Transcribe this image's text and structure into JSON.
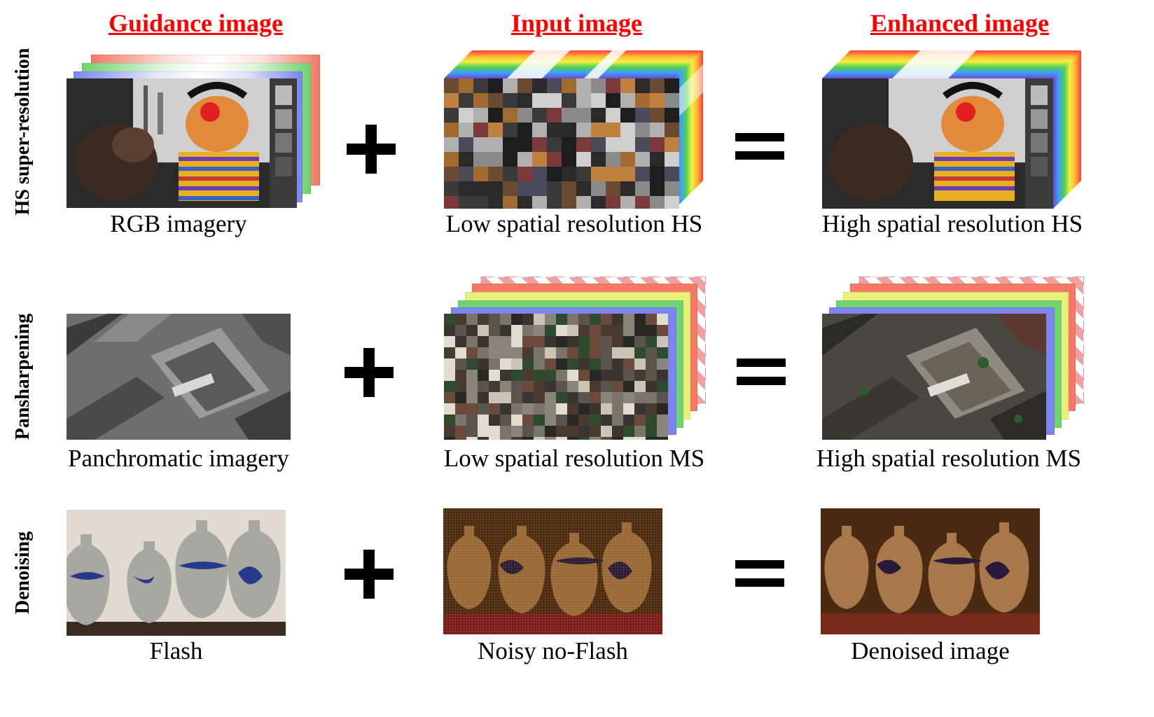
{
  "headers": {
    "guidance": "Guidance image",
    "input": "Input image",
    "enhanced": "Enhanced image"
  },
  "rows": [
    {
      "label": "HS super-resolution",
      "guidance_caption": "RGB imagery",
      "input_caption": "Low spatial resolution HS",
      "enhanced_caption": "High spatial resolution HS"
    },
    {
      "label": "Pansharpening",
      "guidance_caption": "Panchromatic imagery",
      "input_caption": "Low spatial resolution MS",
      "enhanced_caption": "High spatial resolution MS"
    },
    {
      "label": "Denoising",
      "guidance_caption": "Flash",
      "input_caption": "Noisy no-Flash",
      "enhanced_caption": "Denoised image"
    }
  ],
  "operators": {
    "plus": "+",
    "equals": "="
  },
  "colors": {
    "header": "#ff0000",
    "band_red": "#f47a66",
    "band_green": "#6fd36f",
    "band_blue": "#7a86ee",
    "band_yellow": "#e9f07a"
  }
}
